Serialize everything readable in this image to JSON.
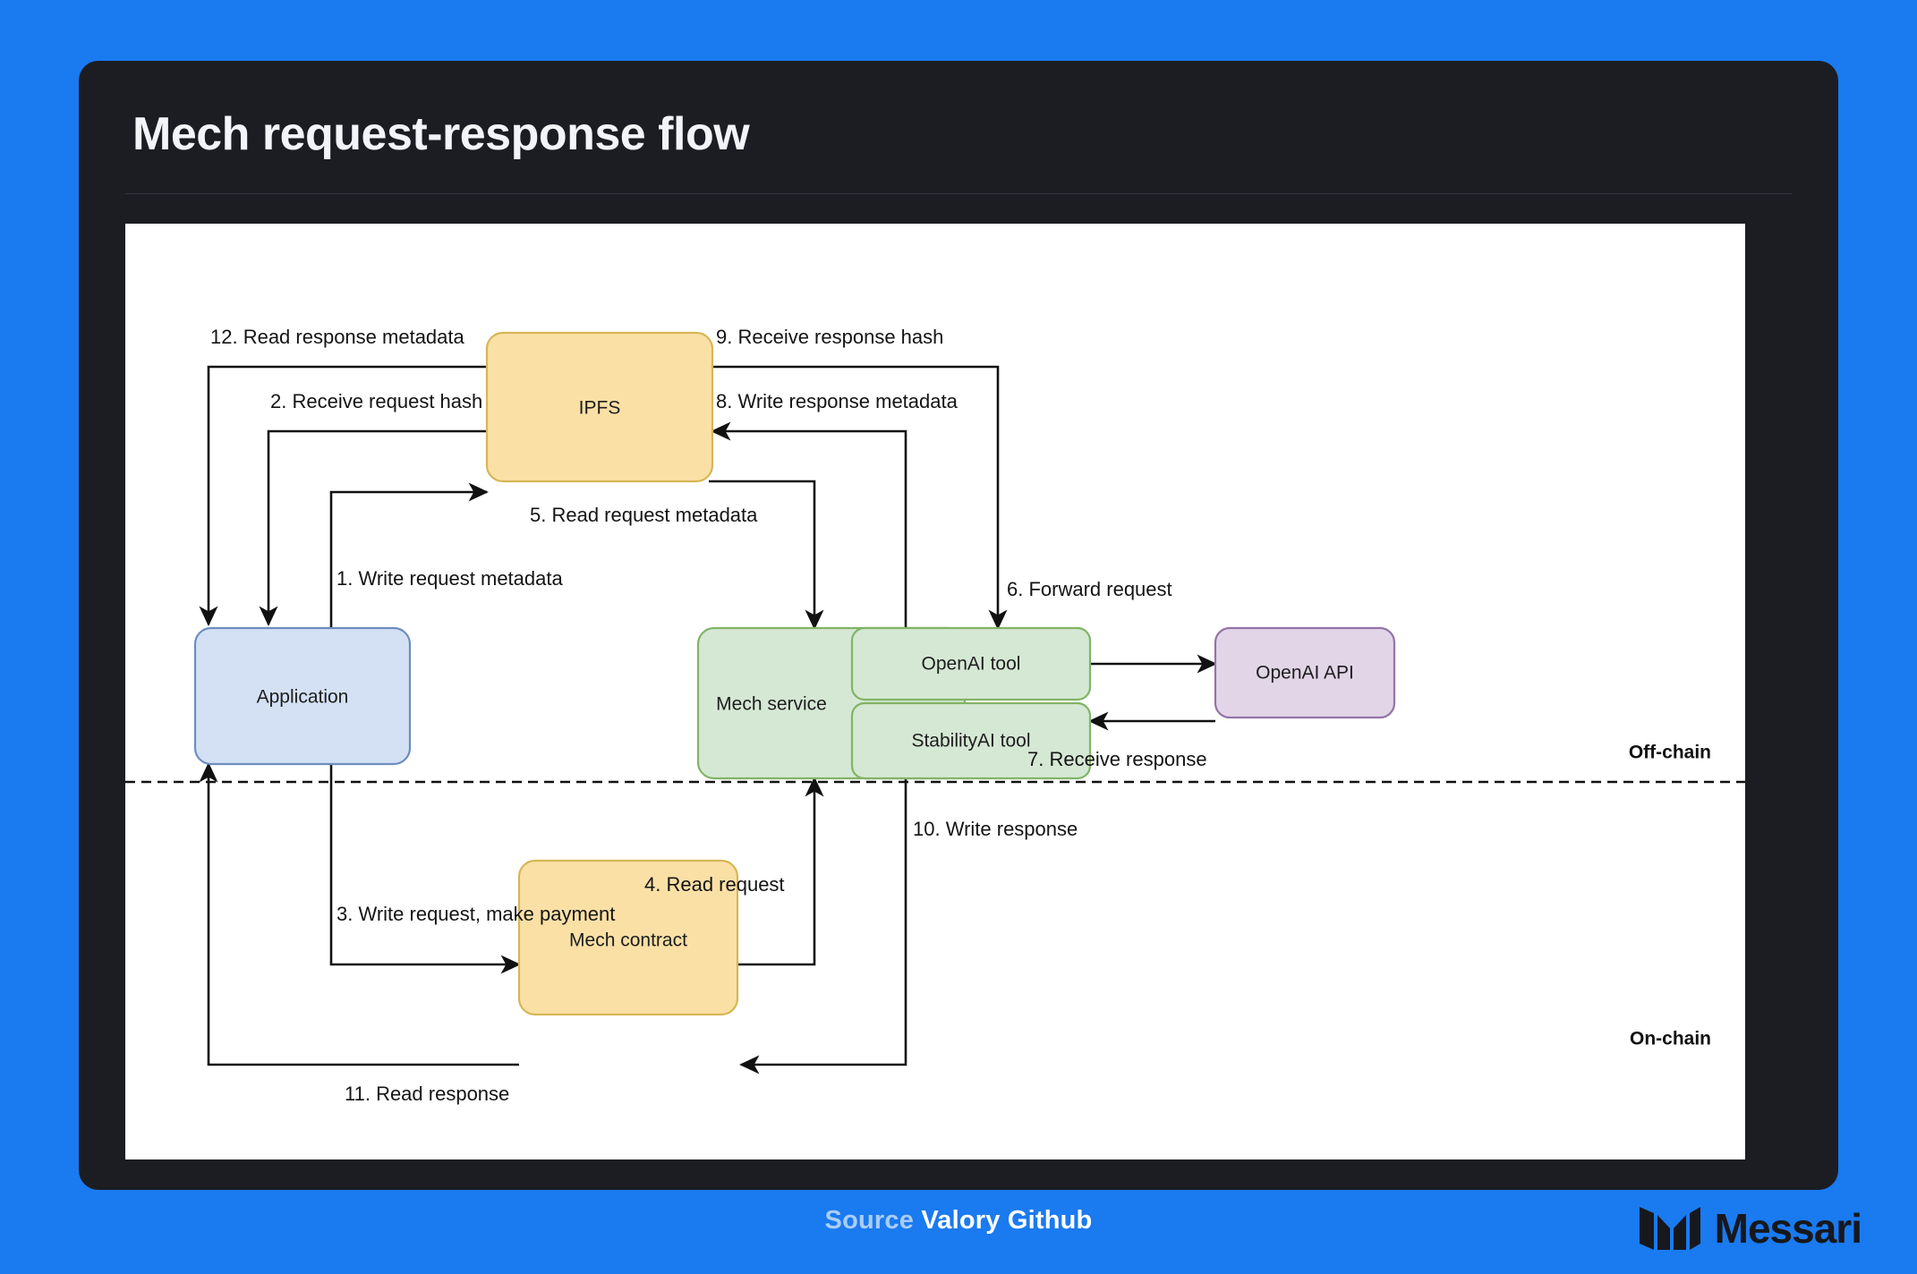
{
  "header": {
    "title": "Mech request-response flow"
  },
  "footer": {
    "source_prefix": "Source",
    "source_name": "Valory Github",
    "brand": "Messari"
  },
  "zones": {
    "offchain": "Off-chain",
    "onchain": "On-chain"
  },
  "colors": {
    "outer_frame": "#1a7af0",
    "card": "#1b1d23",
    "canvas": "#ffffff",
    "edge": "#111111",
    "node_blue_fill": "#d4e1f5",
    "node_blue_stroke": "#6c8ebf",
    "node_yellow_fill": "#fbe0a6",
    "node_yellow_stroke": "#d6b656",
    "node_green_fill": "#d5e8d4",
    "node_green_stroke": "#82b366",
    "node_purple_fill": "#e1d5e7",
    "node_purple_stroke": "#9673a6"
  },
  "nodes": [
    {
      "id": "application",
      "label": "Application"
    },
    {
      "id": "ipfs",
      "label": "IPFS"
    },
    {
      "id": "mech_service",
      "label": "Mech service"
    },
    {
      "id": "openai_tool",
      "label": "OpenAI tool"
    },
    {
      "id": "stabilityai_tool",
      "label": "StabilityAI tool"
    },
    {
      "id": "openai_api",
      "label": "OpenAI API"
    },
    {
      "id": "mech_contract",
      "label": "Mech contract"
    }
  ],
  "edges": [
    {
      "n": 1,
      "label": "1. Write request metadata",
      "from": "application",
      "to": "ipfs"
    },
    {
      "n": 2,
      "label": "2. Receive request hash",
      "from": "ipfs",
      "to": "application"
    },
    {
      "n": 3,
      "label": "3. Write request, make payment",
      "from": "application",
      "to": "mech_contract"
    },
    {
      "n": 4,
      "label": "4. Read request",
      "from": "mech_contract",
      "to": "mech_service"
    },
    {
      "n": 5,
      "label": "5. Read request metadata",
      "from": "ipfs",
      "to": "mech_service"
    },
    {
      "n": 6,
      "label": "6. Forward request",
      "from": "openai_tool",
      "to": "openai_api"
    },
    {
      "n": 7,
      "label": "7. Receive response",
      "from": "openai_api",
      "to": "openai_tool"
    },
    {
      "n": 8,
      "label": "8. Write response metadata",
      "from": "mech_service",
      "to": "ipfs"
    },
    {
      "n": 9,
      "label": "9. Receive response hash",
      "from": "ipfs",
      "to": "openai_tool"
    },
    {
      "n": 10,
      "label": "10. Write response",
      "from": "mech_service",
      "to": "mech_contract"
    },
    {
      "n": 11,
      "label": "11. Read response",
      "from": "mech_contract",
      "to": "application"
    },
    {
      "n": 12,
      "label": "12. Read response metadata",
      "from": "ipfs",
      "to": "application"
    }
  ]
}
